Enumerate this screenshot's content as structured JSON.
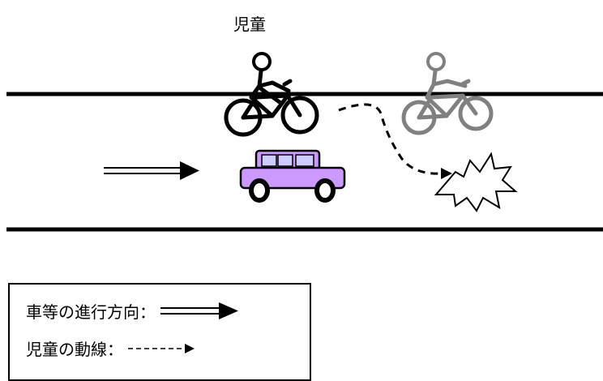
{
  "scene": {
    "child_label": "児童"
  },
  "legend": {
    "vehicle_direction_label": "車等の進行方向：",
    "child_path_label": "児童の動線："
  },
  "colors": {
    "road_line": "#000000",
    "car_body": "#cc99ff",
    "car_window": "#ccccff",
    "bicycle_ghost": "#808080"
  }
}
